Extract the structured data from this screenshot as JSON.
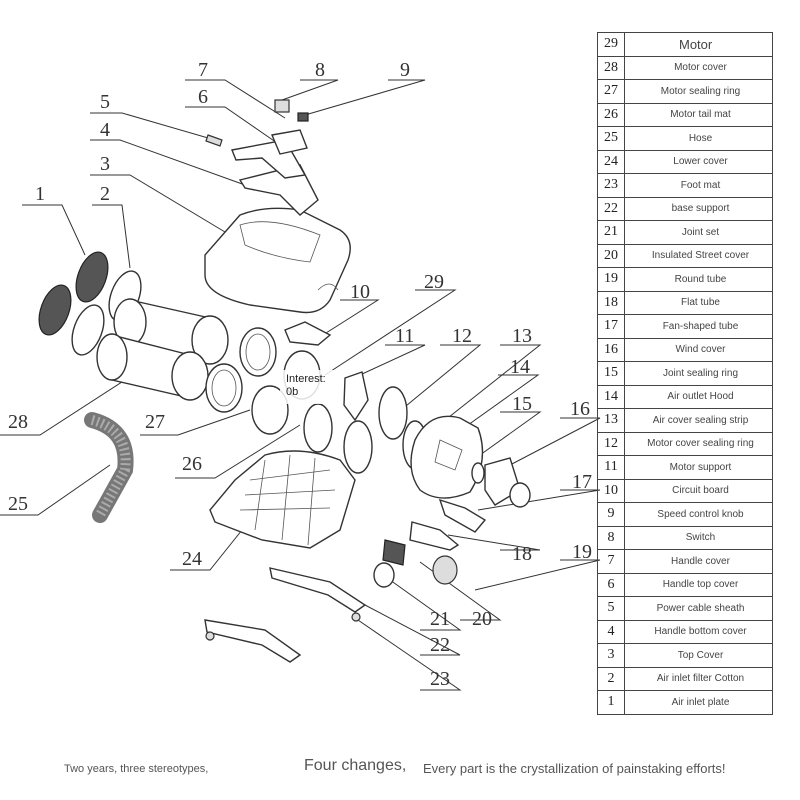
{
  "diagram": {
    "callouts": [
      "1",
      "2",
      "3",
      "4",
      "5",
      "6",
      "7",
      "8",
      "9",
      "10",
      "11",
      "12",
      "13",
      "14",
      "15",
      "16",
      "17",
      "18",
      "19",
      "20",
      "21",
      "22",
      "23",
      "24",
      "25",
      "26",
      "27",
      "28",
      "29"
    ]
  },
  "parts_table": {
    "rows": [
      {
        "no": "29",
        "name": "Motor"
      },
      {
        "no": "28",
        "name": "Motor cover"
      },
      {
        "no": "27",
        "name": "Motor sealing ring"
      },
      {
        "no": "26",
        "name": "Motor tail mat"
      },
      {
        "no": "25",
        "name": "Hose"
      },
      {
        "no": "24",
        "name": "Lower cover"
      },
      {
        "no": "23",
        "name": "Foot mat"
      },
      {
        "no": "22",
        "name": "base support"
      },
      {
        "no": "21",
        "name": "Joint set"
      },
      {
        "no": "20",
        "name": "Insulated Street cover"
      },
      {
        "no": "19",
        "name": "Round tube"
      },
      {
        "no": "18",
        "name": "Flat tube"
      },
      {
        "no": "17",
        "name": "Fan-shaped tube"
      },
      {
        "no": "16",
        "name": "Wind cover"
      },
      {
        "no": "15",
        "name": "Joint sealing ring"
      },
      {
        "no": "14",
        "name": "Air outlet Hood"
      },
      {
        "no": "13",
        "name": "Air cover sealing strip"
      },
      {
        "no": "12",
        "name": "Motor cover sealing ring"
      },
      {
        "no": "11",
        "name": "Motor support"
      },
      {
        "no": "10",
        "name": "Circuit board"
      },
      {
        "no": "9",
        "name": "Speed control knob"
      },
      {
        "no": "8",
        "name": "Switch"
      },
      {
        "no": "7",
        "name": "Handle cover"
      },
      {
        "no": "6",
        "name": "Handle top cover"
      },
      {
        "no": "5",
        "name": "Power cable sheath"
      },
      {
        "no": "4",
        "name": "Handle bottom cover"
      },
      {
        "no": "3",
        "name": "Top Cover"
      },
      {
        "no": "2",
        "name": "Air inlet filter Cotton"
      },
      {
        "no": "1",
        "name": "Air inlet plate"
      }
    ]
  },
  "overlay": {
    "line1": "Interest:",
    "line2": "0b"
  },
  "footer": {
    "text1": "Two years, three stereotypes,",
    "text2": "Four changes,",
    "text3": "Every part is the crystallization of painstaking efforts!"
  }
}
